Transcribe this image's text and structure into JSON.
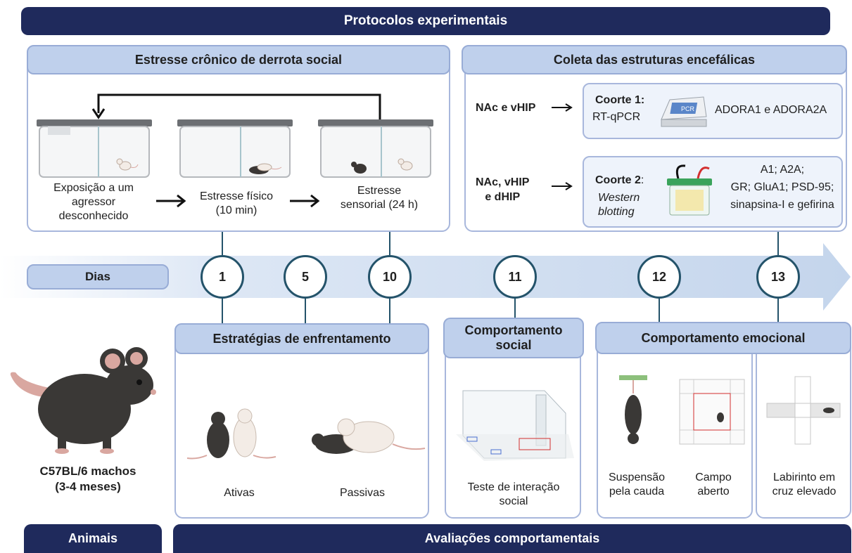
{
  "banner_top": "Protocolos experimentais",
  "stress": {
    "header": "Estresse crônico de derrota social",
    "step1": [
      "Exposição a um",
      "agressor",
      "desconhecido"
    ],
    "step2": [
      "Estresse físico",
      "(10 min)"
    ],
    "step3": [
      "Estresse",
      "sensorial (24 h)"
    ]
  },
  "collect": {
    "header": "Coleta das estruturas encefálicas",
    "row1_regions": "NAc e vHIP",
    "row1_cohort": "Coorte 1:",
    "row1_method": "RT-qPCR",
    "row1_targets": "ADORA1 e ADORA2A",
    "row1_device_label": "PCR",
    "row2_regions": [
      "NAc, vHIP",
      "e dHIP"
    ],
    "row2_cohort": "Coorte 2",
    "row2_colon": ":",
    "row2_method": [
      "Western",
      "blotting"
    ],
    "row2_targets": [
      "A1; A2A;",
      "GR; GluA1; PSD-95;",
      "sinapsina-I e gefirina"
    ]
  },
  "timeline": {
    "label": "Dias",
    "days": [
      "1",
      "5",
      "10",
      "11",
      "12",
      "13"
    ]
  },
  "animals": {
    "caption": [
      "C57BL/6 machos",
      "(3-4 meses)"
    ],
    "banner": "Animais"
  },
  "coping": {
    "header": "Estratégias de enfrentamento",
    "active": "Ativas",
    "passive": "Passivas"
  },
  "social": {
    "header": [
      "Comportamento",
      "social"
    ],
    "test": [
      "Teste de interação",
      "social"
    ]
  },
  "emotional": {
    "header": "Comportamento emocional",
    "tail": [
      "Suspensão",
      "pela cauda"
    ],
    "field": [
      "Campo",
      "aberto"
    ],
    "maze": [
      "Labirinto em",
      "cruz elevado"
    ]
  },
  "banner_bottom": "Avaliações comportamentais",
  "colors": {
    "navy": "#1f2a5c",
    "header_fill": "#bfd0ec",
    "border": "#a8b7dc",
    "timeline_arrow": "#c9d9ef",
    "circle_border": "#24536a"
  }
}
